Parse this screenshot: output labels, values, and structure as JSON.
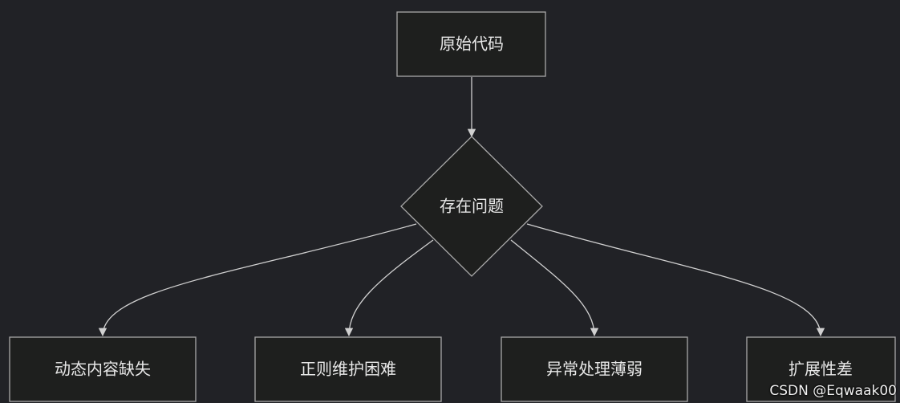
{
  "diagram": {
    "start": "原始代码",
    "decision": "存在问题",
    "problems": [
      "动态内容缺失",
      "正则维护困难",
      "异常处理薄弱",
      "扩展性差"
    ]
  },
  "watermark": "CSDN @Eqwaak00",
  "colors": {
    "background": "#212226",
    "node_fill": "#1e1f1e",
    "node_stroke": "#a8a8a8",
    "edge": "#d0d0d0",
    "text": "#e8e8e8"
  }
}
